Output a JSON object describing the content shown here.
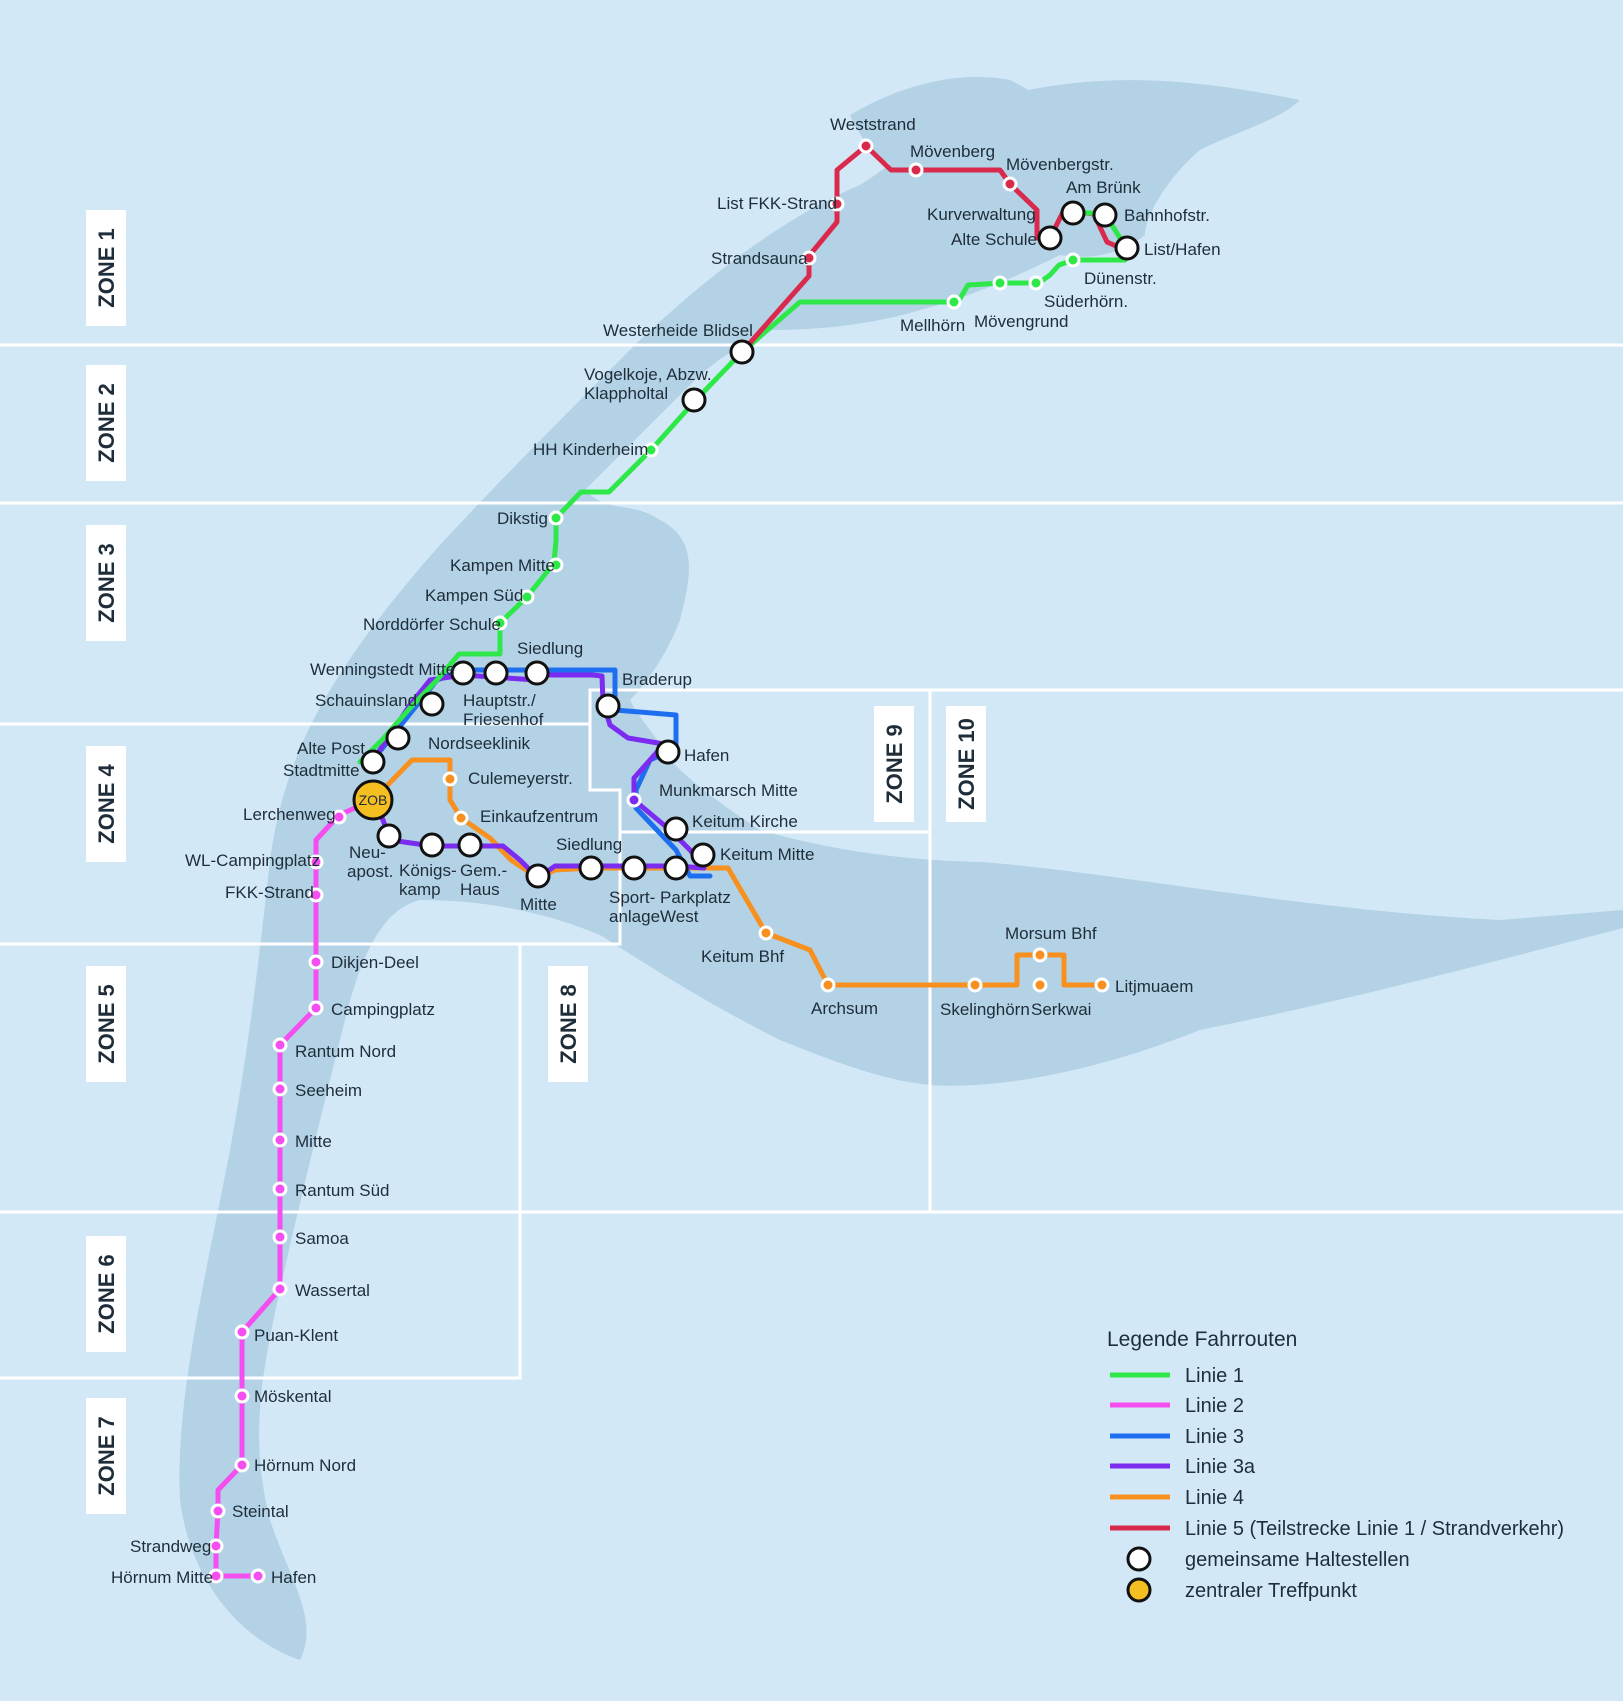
{
  "colors": {
    "sea": "#d3e8f7",
    "land": "#b3d2e5",
    "zone_border": "#ffffff",
    "linie1": "#2ee84a",
    "linie2": "#f44ef0",
    "linie3": "#1e6ef0",
    "linie3a": "#7b2cf0",
    "linie4": "#f7901e",
    "linie5": "#d92a4e",
    "hub": "#f5be21"
  },
  "zones": [
    "ZONE 1",
    "ZONE 2",
    "ZONE 3",
    "ZONE 4",
    "ZONE 5",
    "ZONE 6",
    "ZONE 7",
    "ZONE 8",
    "ZONE 9",
    "ZONE 10"
  ],
  "stops": {
    "weststrand": "Weststrand",
    "moevenberg": "Mövenberg",
    "moevenbergstr": "Mövenbergstr.",
    "am_bruenk": "Am Brünk",
    "bahnhofstr": "Bahnhofstr.",
    "list_fkk": "List FKK-Strand",
    "kurverwaltung": "Kurverwaltung",
    "alte_schule": "Alte Schule",
    "list_hafen": "List/Hafen",
    "duenenstr": "Dünenstr.",
    "strandsauna": "Strandsauna",
    "suederhoern": "Süderhörn.",
    "mellhoern": "Mellhörn",
    "moevengrund": "Mövengrund",
    "westerheide": "Westerheide Blidsel",
    "vogelkoje_1": "Vogelkoje, Abzw.",
    "vogelkoje_2": "Klappholtal",
    "hh_kinderheim": "HH Kinderheim",
    "dikstig": "Dikstig",
    "kampen_mitte": "Kampen Mitte",
    "kampen_sued": "Kampen Süd",
    "norddoerfer": "Norddörfer Schule",
    "wenningstedt_siedlung": "Siedlung",
    "wenningstedt_mitte": "Wenningstedt Mitte",
    "braderup": "Braderup",
    "schauinsland": "Schauinsland",
    "hauptstr_1": "Hauptstr./",
    "hauptstr_2": "Friesenhof",
    "nordseeklinik": "Nordseeklinik",
    "alte_post": "Alte Post",
    "stadtmitte": "Stadtmitte",
    "hafen_munkmarsch": "Hafen",
    "culemeyerstr": "Culemeyerstr.",
    "munkmarsch_mitte": "Munkmarsch Mitte",
    "zob": "ZOB",
    "lerchenweg": "Lerchenweg",
    "einkaufzentrum": "Einkaufzentrum",
    "keitum_kirche": "Keitum Kirche",
    "siedlung_tinnum": "Siedlung",
    "keitum_mitte": "Keitum Mitte",
    "wl_camping": "WL-Campingplatz",
    "neu_1": "Neu-",
    "neu_2": "apost.",
    "koenig_1": "Königs-",
    "koenig_2": "kamp",
    "gem_1": "Gem.-",
    "gem_2": "Haus",
    "fkk_strand": "FKK-Strand",
    "mitte_tinnum": "Mitte",
    "sport_1": "Sport-",
    "sport_2": "anlage",
    "parkplatz_1": "Parkplatz",
    "parkplatz_2": "West",
    "morsum_bhf": "Morsum Bhf",
    "keitum_bhf": "Keitum Bhf",
    "dikjen_deel": "Dikjen-Deel",
    "litjmuaem": "Litjmuaem",
    "archsum": "Archsum",
    "skelinghoern": "Skelinghörn",
    "serkwai": "Serkwai",
    "campingplatz": "Campingplatz",
    "rantum_nord": "Rantum Nord",
    "seeheim": "Seeheim",
    "rantum_mitte": "Mitte",
    "rantum_sued": "Rantum Süd",
    "samoa": "Samoa",
    "wassertal": "Wassertal",
    "puan_klent": "Puan-Klent",
    "moeskental": "Möskental",
    "hoernum_nord": "Hörnum Nord",
    "steintal": "Steintal",
    "strandweg": "Strandweg",
    "hoernum_mitte": "Hörnum Mitte",
    "hafen_hoernum": "Hafen"
  },
  "legend": {
    "title": "Legende Fahrrouten",
    "items": [
      {
        "label": "Linie 1",
        "color": "#2ee84a"
      },
      {
        "label": "Linie 2",
        "color": "#f44ef0"
      },
      {
        "label": "Linie 3",
        "color": "#1e6ef0"
      },
      {
        "label": "Linie 3a",
        "color": "#7b2cf0"
      },
      {
        "label": "Linie 4",
        "color": "#f7901e"
      },
      {
        "label": "Linie 5 (Teilstrecke Linie 1 / Strandverkehr)",
        "color": "#d92a4e"
      }
    ],
    "shared_stops": "gemeinsame Haltestellen",
    "hub": "zentraler Treffpunkt"
  }
}
